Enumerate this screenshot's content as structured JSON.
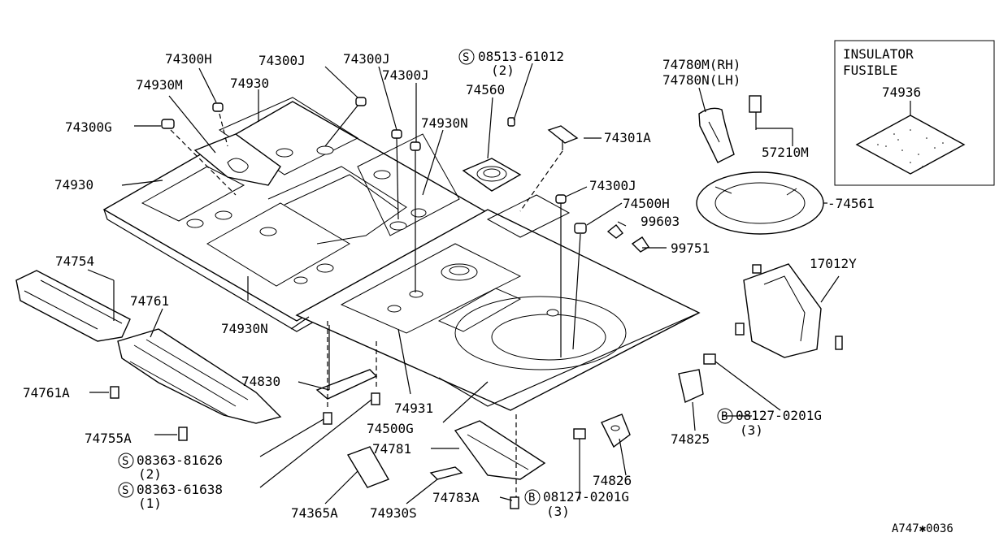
{
  "inset": {
    "title_line1": "INSULATOR",
    "title_line2": "FUSIBLE",
    "part": "74936"
  },
  "diagram_code": "A747✱0036",
  "labels": {
    "p74300H": "74300H",
    "p74300J_a": "74300J",
    "p74300J_b": "74300J",
    "p74300J_c": "74300J",
    "p74300J_d": "74300J",
    "p74930M": "74930M",
    "p74930_a": "74930",
    "p74930_b": "74930",
    "p74300G": "74300G",
    "p74930N_a": "74930N",
    "p74930N_b": "74930N",
    "p74560": "74560",
    "s08513": "08513-61012",
    "s08513_qty": "(2)",
    "p74301A": "74301A",
    "p74780M": "74780M(RH)",
    "p74780N": "74780N(LH)",
    "p57210M": "57210M",
    "p74561": "-74561",
    "p74500H": "74500H",
    "p99603": "99603",
    "p99751": "99751",
    "p17012Y": "17012Y",
    "p74754": "74754",
    "p74761": "74761",
    "p74761A": "74761A",
    "p74755A": "74755A",
    "p74830": "74830",
    "p74931": "74931",
    "p74500G": "74500G",
    "s08363a": "08363-81626",
    "s08363a_qty": "(2)",
    "s08363b": "08363-61638",
    "s08363b_qty": "(1)",
    "p74781": "74781",
    "p74365A": "74365A",
    "p74930S": "74930S",
    "p74783A": "74783A",
    "b08127a": "08127-0201G",
    "b08127a_qty": "(3)",
    "b08127b": "08127-0201G",
    "b08127b_qty": "(3)",
    "p74826": "74826",
    "p74825": "74825",
    "mark_s": "S",
    "mark_b": "B"
  }
}
